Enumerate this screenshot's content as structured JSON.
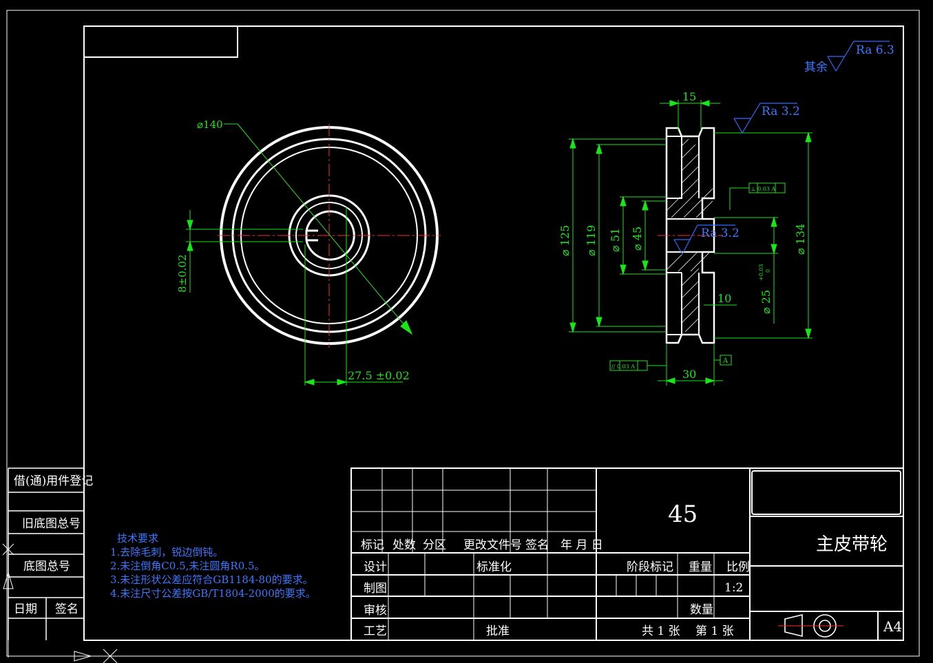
{
  "roughness": {
    "general_prefix": "其余",
    "general_value": "Ra 6.3",
    "face_value": "Ra 3.2",
    "bore_value": "Ra 3.2"
  },
  "dimensions": {
    "front_outer_dia": "⌀140",
    "keyway_width": "8±0.02",
    "keyway_depth": "27.5 ±0.02",
    "section_top_width": "15",
    "dia_125": "⌀ 125",
    "dia_119": "⌀ 119",
    "dia_51": "⌀ 51",
    "dia_45": "⌀ 45",
    "dia_134": "⌀ 134",
    "bore_dia": "⌀ 25",
    "bore_tol_upper": "+0.03",
    "bore_tol_lower": "0",
    "web_width": "10",
    "hub_width": "30",
    "perp_tol": "⊥ 0.03 A",
    "parallel_tol": "// 0.03 A",
    "datum": "A"
  },
  "tech_requirements": {
    "title": "技术要求",
    "items": [
      "1.去除毛刺，锐边倒钝。",
      "2.未注倒角C0.5,未注圆角R0.5。",
      "3.未注形状公差应符合GB1184-80的要求。",
      "4.未注尺寸公差按GB/T1804-2000的要求。"
    ]
  },
  "side_table": {
    "row1": "借(通)用件登记",
    "row2": "旧底图总号",
    "row3": "底图总号",
    "date": "日期",
    "sign": "签名"
  },
  "title_block": {
    "material": "45",
    "part_name": "主皮带轮",
    "header_row": [
      "标记",
      "处数",
      "分区",
      "更改文件号",
      "签名",
      "年 月 日"
    ],
    "design": "设计",
    "standardization": "标准化",
    "drawing": "制图",
    "review": "审核",
    "process": "工艺",
    "approve": "批准",
    "stage_mark": "阶段标记",
    "weight": "重量",
    "scale_label": "比例",
    "scale_value": "1:2",
    "quantity": "数量",
    "total_sheets": "共 1 张",
    "sheet_no": "第 1 张",
    "sheet_size": "A4"
  },
  "colors": {
    "outline": "#ffffff",
    "dimension": "#19e619",
    "centerline": "#ff2a2a",
    "annotation": "#2f6bff",
    "background": "#000000"
  }
}
